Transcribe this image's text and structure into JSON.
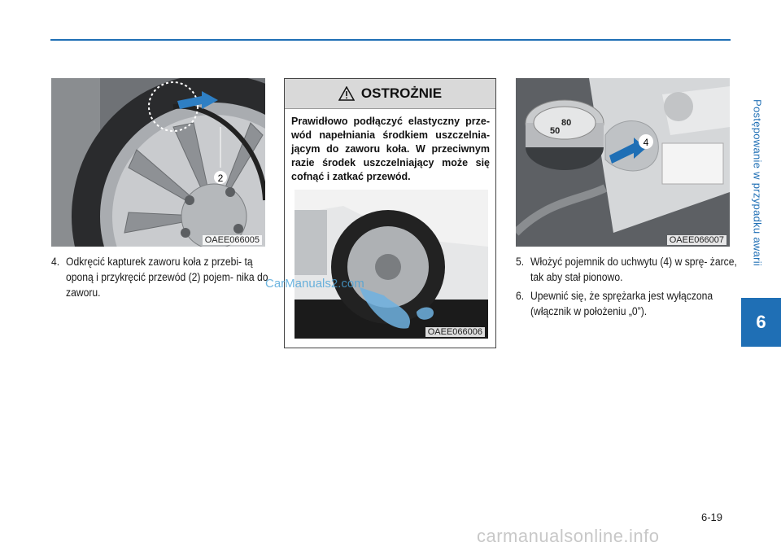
{
  "side_tab": {
    "title": "Postępowanie w przypadku awarii",
    "chapter": "6"
  },
  "figures": {
    "fig1": {
      "code": "OAEE066005",
      "callout": "2"
    },
    "fig2": {
      "code": "OAEE066006"
    },
    "fig3": {
      "code": "OAEE066007",
      "callout": "4",
      "gauge_values": [
        "80",
        "50"
      ]
    }
  },
  "left_steps": [
    {
      "num": "4.",
      "text": "Odkręcić kapturek zaworu koła z przebi- tą oponą i przykręcić przewód (2) pojem- nika do zaworu."
    }
  ],
  "right_steps": [
    {
      "num": "5.",
      "text": "Włożyć pojemnik do uchwytu (4) w sprę- żarce, tak aby stał pionowo."
    },
    {
      "num": "6.",
      "text": "Upewnić się, że sprężarka jest wyłączona (włącznik w położeniu „0”)."
    }
  ],
  "warning": {
    "title": "OSTROŻNIE",
    "text": "Prawidłowo podłączyć elastyczny prze- wód napełniania środkiem uszczelnia- jącym do zaworu koła. W przeciwnym razie środek uszczelniający może się cofnąć i zatkać przewód."
  },
  "watermark": "CarManuals2.com",
  "page_number": "6-19",
  "footer_watermark": "carmanualsonline.info",
  "colors": {
    "accent": "#1f6fb5",
    "warning_header": "#d9d9d9"
  }
}
